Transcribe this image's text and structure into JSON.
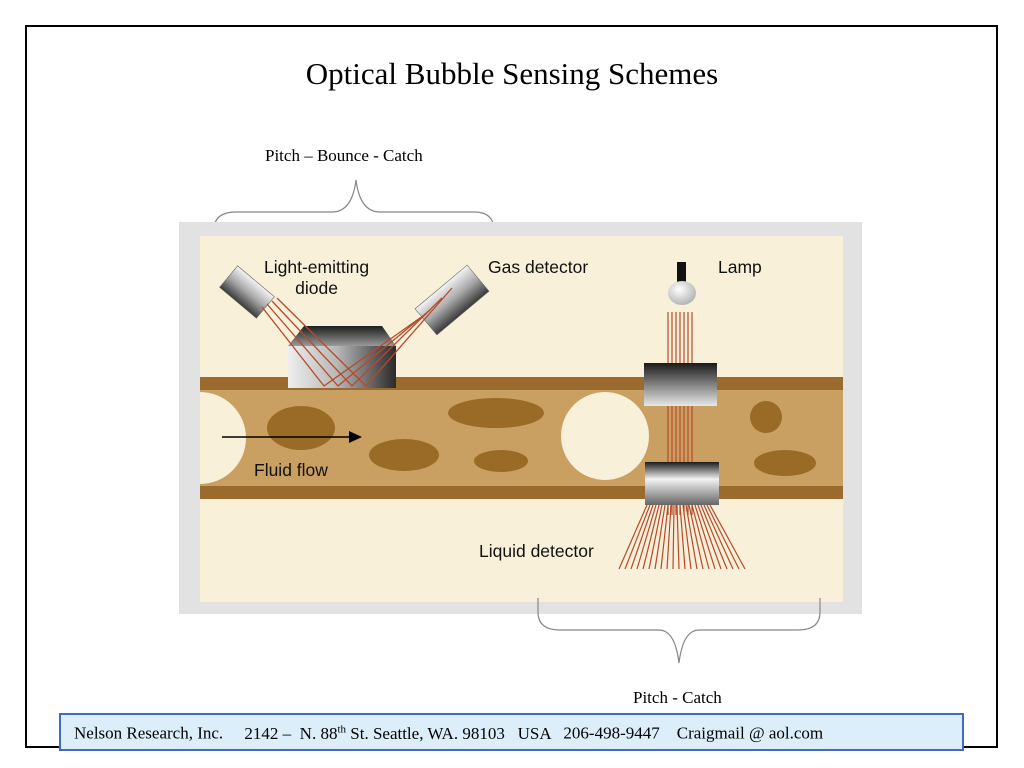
{
  "title": "Optical Bubble Sensing Schemes",
  "labels": {
    "pitch_bounce_catch": "Pitch – Bounce - Catch",
    "pitch_catch": "Pitch - Catch",
    "led_line1": "Light-emitting",
    "led_line2": "diode",
    "gas_detector": "Gas detector",
    "lamp": "Lamp",
    "fluid_flow": "Fluid flow",
    "liquid_detector": "Liquid detector"
  },
  "footer": {
    "company": "Nelson Research, Inc.",
    "address_pre": "2142 –  N. 88",
    "address_sup": "th",
    "address_post": " St. Seattle, WA. 98103   USA",
    "phone": "206-498-9447",
    "email": "Craigmail @ aol.com"
  },
  "colors": {
    "panel_border": "#e2e2e2",
    "panel_fill": "#f8f0d8",
    "pipe_wall": "#9a6b2c",
    "pipe_fluid": "#c9a062",
    "particle": "#9a6b26",
    "bubble": "#f8f0d8",
    "beam": "#b8492a",
    "footer_border": "#4169c8",
    "footer_fill": "#dbeefa"
  }
}
